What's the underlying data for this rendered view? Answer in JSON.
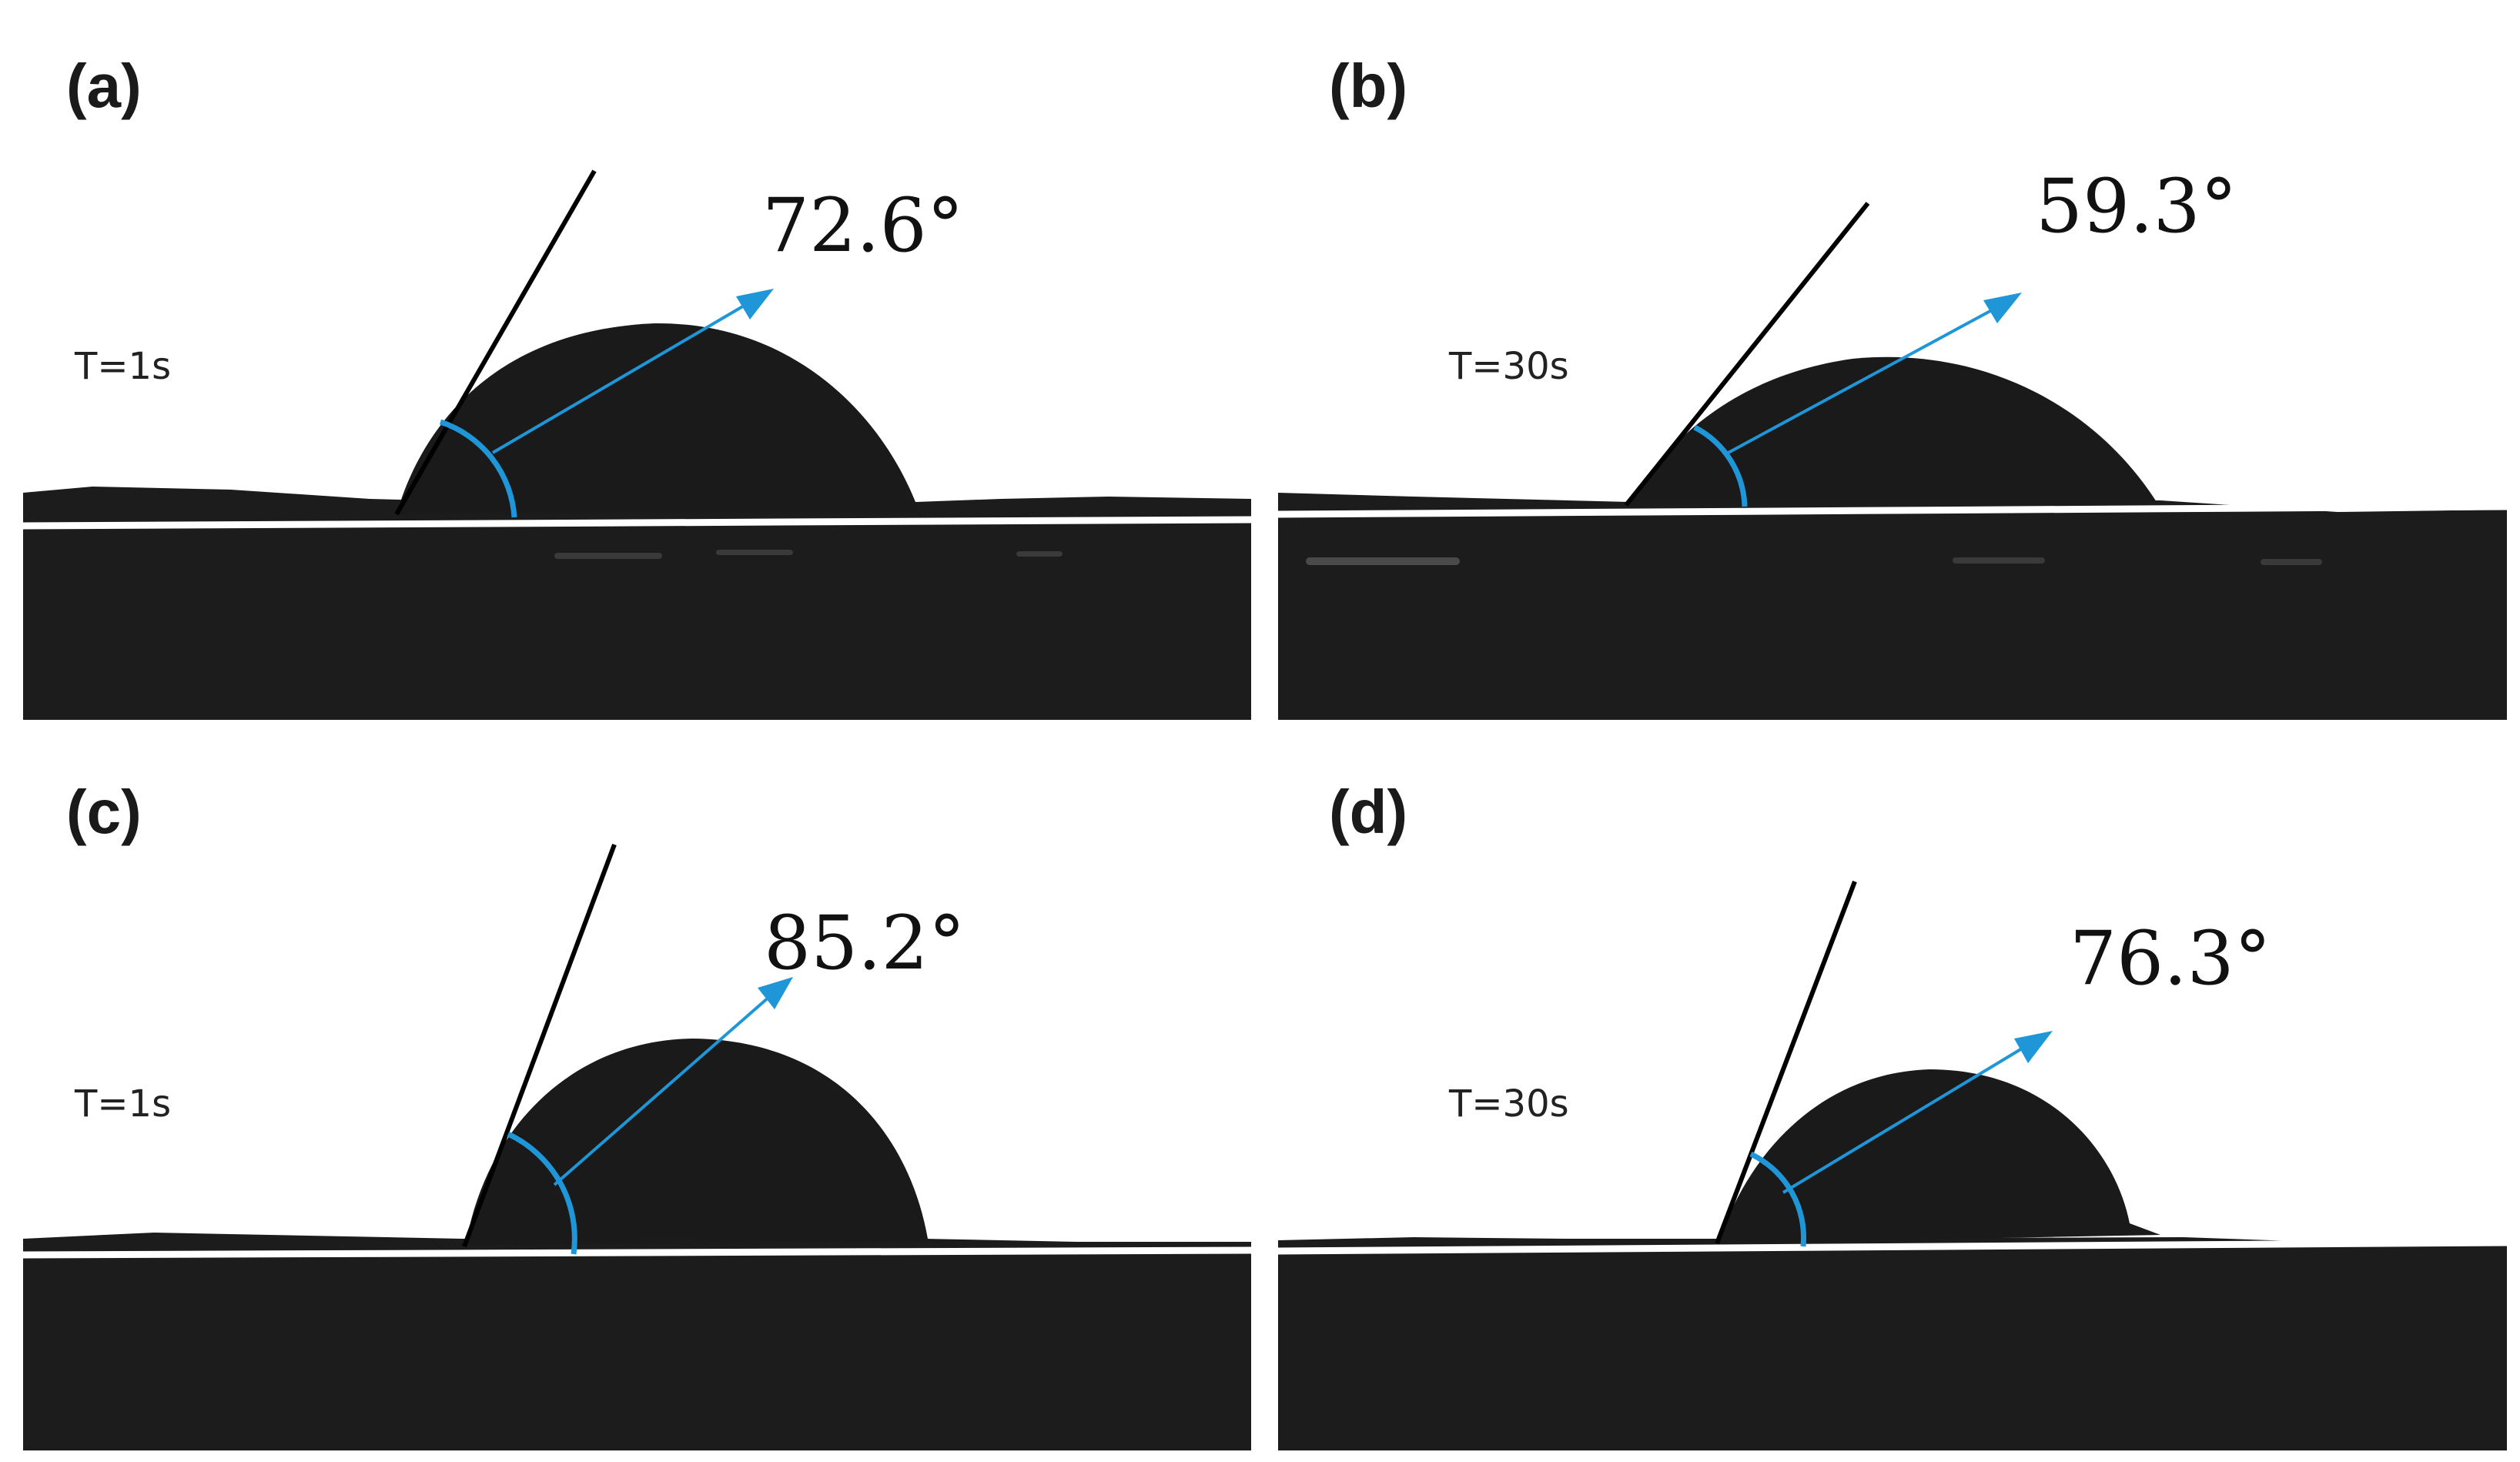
{
  "figure": {
    "panels": [
      {
        "id": "a",
        "label": "(a)",
        "time": "T=1s",
        "angle": "72.6°"
      },
      {
        "id": "b",
        "label": "(b)",
        "time": "T=30s",
        "angle": "59.3°"
      },
      {
        "id": "c",
        "label": "(c)",
        "time": "T=1s",
        "angle": "85.2°"
      },
      {
        "id": "d",
        "label": "(d)",
        "time": "T=30s",
        "angle": "76.3°"
      }
    ],
    "colors": {
      "background": "#ffffff",
      "substrate": "#1c1c1c",
      "droplet": "#1a1a1a",
      "baseline": "#ffffff",
      "tangent_line": "#000000",
      "angle_arc": "#1e96d8",
      "arrow": "#1e96d8"
    }
  }
}
